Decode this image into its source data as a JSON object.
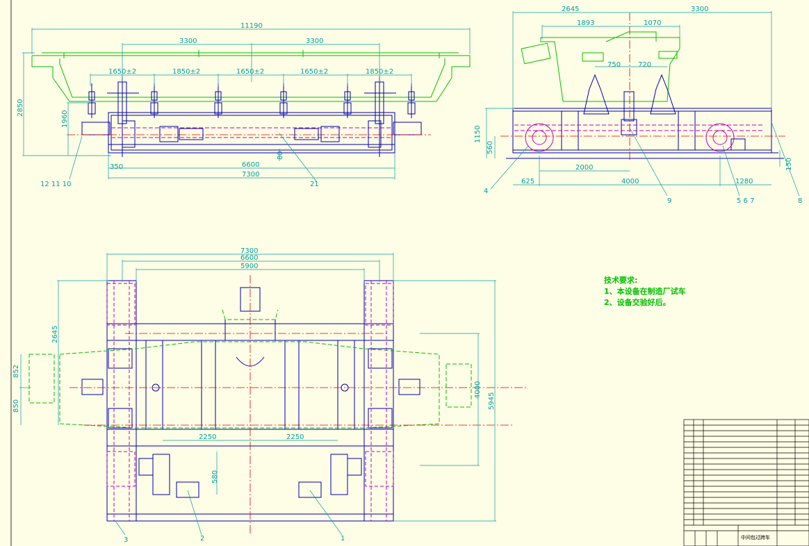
{
  "dims": {
    "top_overall": "11190",
    "top_span_l": "3300",
    "top_span_r": "3300",
    "pitch_1": "1650±2",
    "pitch_2": "1850±2",
    "pitch_3": "1650±2",
    "pitch_4": "1650±2",
    "pitch_5": "1850±2",
    "h_total": "2850",
    "h_rail": "1960",
    "w_inner": "6600",
    "w_outer": "7300",
    "d_350": "350",
    "d_80": "80",
    "side_w1": "2645",
    "side_w2": "3300",
    "side_1893": "1893",
    "side_1070": "1070",
    "side_750": "750",
    "side_720": "720",
    "side_h1150": "1150",
    "side_h560": "560",
    "side_2000": "2000",
    "side_625": "625",
    "side_4000": "4000",
    "side_1280": "1280",
    "side_150": "150",
    "plan_7300": "7300",
    "plan_6600": "6600",
    "plan_5900": "5900",
    "plan_2645": "2645",
    "plan_852": "852",
    "plan_850": "850",
    "plan_4000": "4000",
    "plan_5945": "5945",
    "plan_2250_l": "2250",
    "plan_2250_r": "2250",
    "plan_580": "580"
  },
  "callouts": {
    "c_12_11_10": "12  11  10",
    "c_21": "21",
    "c_4": "4",
    "c_9": "9",
    "c_5_6_7": "5  6  7",
    "c_8": "8",
    "c_3": "3",
    "c_2": "2",
    "c_1": "1"
  },
  "notes": {
    "title": "技术要求:",
    "line1": "1、本设备在制造厂试车",
    "line2": "2、设备交验好后。"
  },
  "title_block": {
    "drawing_name": "中间包过跨车"
  },
  "colors": {
    "background": "#fefde6",
    "dimension": "#00a0a0",
    "frame": "#0000b0",
    "hidden": "#c000c0",
    "centerline": "#e00000",
    "tundish": "#00c000"
  }
}
